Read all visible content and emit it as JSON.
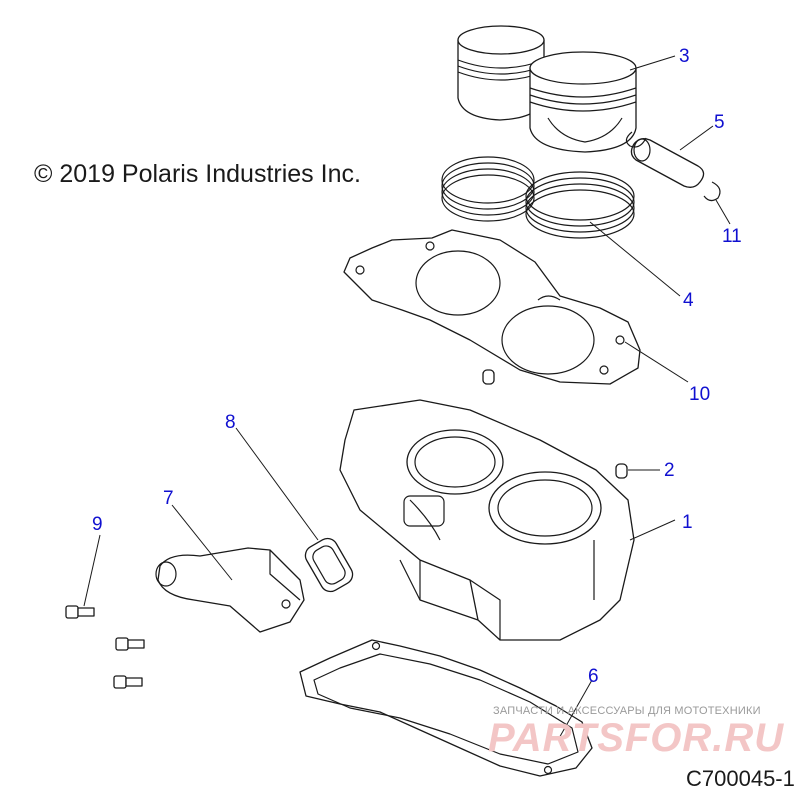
{
  "copyright": "© 2019 Polaris Industries Inc.",
  "figure_id": "C700045-1",
  "watermark": {
    "tagline": "ЗАПЧАСТИ И АКСЕССУАРЫ ДЛЯ МОТОТЕХНИКИ",
    "brand": "PARTSFOR.RU"
  },
  "callouts": {
    "c1": "1",
    "c2": "2",
    "c3": "3",
    "c4": "4",
    "c5": "5",
    "c6": "6",
    "c7": "7",
    "c8": "8",
    "c9": "9",
    "c10": "10",
    "c11": "11"
  },
  "colors": {
    "callout": "#1010d0",
    "watermark": "#f3c6c6",
    "outline": "#1a1a1a"
  }
}
